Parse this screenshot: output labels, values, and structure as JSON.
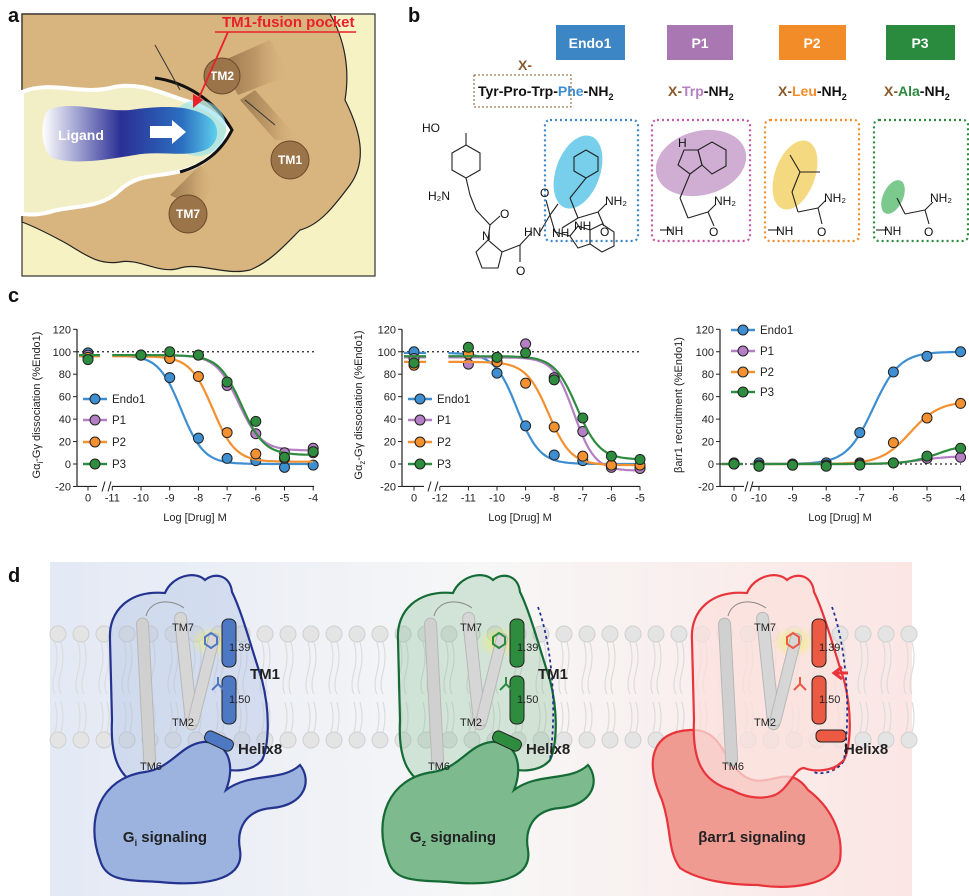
{
  "panels": {
    "a": "a",
    "b": "b",
    "c": "c",
    "d": "d"
  },
  "panel_a": {
    "pocket_label": "TM1-fusion pocket",
    "ligand": "Ligand",
    "tm2": "TM2",
    "tm1": "TM1",
    "tm7": "TM7",
    "colors": {
      "background": "#f6f2c4",
      "receptor": "#d9b57e",
      "ligand": "#2b3a9a",
      "pocket": "#e8202a"
    }
  },
  "panel_b": {
    "x_prefix": "X-",
    "tags": [
      {
        "label": "Endo1",
        "color": "#3d86c6"
      },
      {
        "label": "P1",
        "color": "#a978b3"
      },
      {
        "label": "P2",
        "color": "#f28c28"
      },
      {
        "label": "P3",
        "color": "#2a8a3e"
      }
    ],
    "sequences": [
      {
        "prefix": "Tyr-Pro-Trp-",
        "residue": "Phe",
        "suffix": "-NH",
        "sub": "2"
      },
      {
        "prefix": "X-",
        "residue": "Trp",
        "suffix": "-NH",
        "sub": "2"
      },
      {
        "prefix": "X-",
        "residue": "Leu",
        "suffix": "-NH",
        "sub": "2"
      },
      {
        "prefix": "X-",
        "residue": "Ala",
        "suffix": "-NH",
        "sub": "2"
      }
    ],
    "chem": {
      "ho": "HO",
      "h2n": "H₂N",
      "nh2": "NH₂",
      "nh": "NH",
      "o": "O",
      "n": "N",
      "hn": "HN",
      "h": "H"
    }
  },
  "chart_data": [
    {
      "type": "line",
      "title": "",
      "ylabel": "Gαi-Gγ dissociation (%Endo1)",
      "ylabel_main": "Gα",
      "ylabel_sub": "i",
      "ylabel_rest": "-Gγ dissociation (%Endo1)",
      "xlabel": "Log [Drug] M",
      "ylim": [
        -20,
        120
      ],
      "yticks": [
        "120",
        "100",
        "80",
        "60",
        "40",
        "20",
        "0",
        "-20"
      ],
      "xticks": [
        "0",
        "-11",
        "-10",
        "-9",
        "-8",
        "-7",
        "-6",
        "-5",
        "-4"
      ],
      "reference_line": 100,
      "legend": "bottom-left",
      "x": [
        0,
        -10,
        -9,
        -8,
        -7,
        -6,
        -5,
        -4
      ],
      "series": [
        {
          "name": "Endo1",
          "color": "#3d8fd1",
          "y": [
            99,
            97,
            77,
            23,
            5,
            3,
            -3,
            -1
          ],
          "fit": {
            "low": 97,
            "high": 0,
            "logEC50": -8.6,
            "hill": 1.1
          }
        },
        {
          "name": "P1",
          "color": "#b47fc4",
          "y": [
            97,
            97,
            94,
            97,
            70,
            27,
            10,
            14
          ],
          "fit": {
            "low": 97,
            "high": 12,
            "logEC50": -6.6,
            "hill": 1.1
          }
        },
        {
          "name": "P2",
          "color": "#f39030",
          "y": [
            95,
            97,
            94,
            78,
            28,
            9,
            5,
            10
          ],
          "fit": {
            "low": 96,
            "high": 2,
            "logEC50": -7.5,
            "hill": 1.1
          }
        },
        {
          "name": "P3",
          "color": "#2e8c3f",
          "y": [
            93,
            97,
            100,
            97,
            73,
            38,
            6,
            11
          ],
          "fit": {
            "low": 97,
            "high": 8,
            "logEC50": -6.5,
            "hill": 1.1
          }
        }
      ]
    },
    {
      "type": "line",
      "title": "",
      "ylabel": "Gαz-Gγ dissociation (%Endo1)",
      "ylabel_main": "Gα",
      "ylabel_sub": "z",
      "ylabel_rest": "-Gγ dissociation (%Endo1)",
      "xlabel": "Log [Drug] M",
      "ylim": [
        -20,
        120
      ],
      "yticks": [
        "120",
        "100",
        "80",
        "60",
        "40",
        "20",
        "0",
        "-20"
      ],
      "xticks": [
        "0",
        "-12",
        "-11",
        "-10",
        "-9",
        "-8",
        "-7",
        "-6",
        "-5"
      ],
      "reference_line": 100,
      "legend": "bottom-left",
      "x": [
        0,
        -11,
        -10,
        -9,
        -8,
        -7,
        -6,
        -5
      ],
      "series": [
        {
          "name": "Endo1",
          "color": "#3d8fd1",
          "y": [
            100,
            98,
            81,
            34,
            8,
            3,
            -1,
            -3
          ],
          "fit": {
            "low": 99,
            "high": 0,
            "logEC50": -9.3,
            "hill": 1.1
          }
        },
        {
          "name": "P1",
          "color": "#b47fc4",
          "y": [
            94,
            89,
            95,
            107,
            77,
            29,
            -3,
            -4
          ],
          "fit": {
            "low": 95,
            "high": -6,
            "logEC50": -7.3,
            "hill": 1.2
          }
        },
        {
          "name": "P2",
          "color": "#f39030",
          "y": [
            88,
            98,
            91,
            72,
            33,
            7,
            -1,
            -1
          ],
          "fit": {
            "low": 91,
            "high": -1,
            "logEC50": -8.2,
            "hill": 1.1
          }
        },
        {
          "name": "P3",
          "color": "#2e8c3f",
          "y": [
            90,
            104,
            95,
            99,
            75,
            41,
            7,
            4
          ],
          "fit": {
            "low": 96,
            "high": 4,
            "logEC50": -7.2,
            "hill": 1.1
          }
        }
      ]
    },
    {
      "type": "line",
      "title": "",
      "ylabel": "βarr1 recruitment (%Endo1)",
      "ylabel_main": "βarr1 recruitment (%Endo1)",
      "ylabel_sub": "",
      "ylabel_rest": "",
      "xlabel": "Log [Drug] M",
      "ylim": [
        -20,
        120
      ],
      "yticks": [
        "120",
        "100",
        "80",
        "60",
        "40",
        "20",
        "0",
        "-20"
      ],
      "xticks": [
        "0",
        "-10",
        "-9",
        "-8",
        "-7",
        "-6",
        "-5",
        "-4"
      ],
      "reference_line": 0,
      "legend": "top-left",
      "x": [
        0,
        -10,
        -9,
        -8,
        -7,
        -6,
        -5,
        -4
      ],
      "series": [
        {
          "name": "Endo1",
          "color": "#3d8fd1",
          "y": [
            1,
            1,
            0,
            1,
            28,
            82,
            96,
            100
          ],
          "fit": {
            "low": 0,
            "high": 100,
            "logEC50": -6.6,
            "hill": 1.1
          }
        },
        {
          "name": "P1",
          "color": "#b47fc4",
          "y": [
            0,
            -2,
            -1,
            -1,
            1,
            1,
            5,
            6
          ],
          "fit": {
            "low": 0,
            "high": 7,
            "logEC50": -5.2,
            "hill": 1.0
          }
        },
        {
          "name": "P2",
          "color": "#f39030",
          "y": [
            0,
            -1,
            -1,
            -1,
            0,
            19,
            41,
            54
          ],
          "fit": {
            "low": 0,
            "high": 56,
            "logEC50": -5.5,
            "hill": 1.0
          }
        },
        {
          "name": "P3",
          "color": "#2e8c3f",
          "y": [
            0,
            -2,
            -1,
            -2,
            -1,
            1,
            7,
            14
          ],
          "fit": {
            "low": 0,
            "high": 18,
            "logEC50": -4.7,
            "hill": 1.0
          }
        }
      ]
    }
  ],
  "panel_d": {
    "tm7": "TM7",
    "r139": "1.39",
    "r150": "1.50",
    "tm1": "TM1",
    "tm2": "TM2",
    "tm6": "TM6",
    "helix8": "Helix8",
    "states": [
      {
        "g": "G",
        "sub": "i",
        "label": " signaling",
        "color": "#23338f",
        "fill": "#9bb3de"
      },
      {
        "g": "G",
        "sub": "z",
        "label": " signaling",
        "color": "#146b35",
        "fill": "#7dba8e"
      },
      {
        "g": "βarr1 signaling",
        "sub": "",
        "label": "",
        "color": "#e8343a",
        "fill": "#f09b92"
      }
    ]
  }
}
